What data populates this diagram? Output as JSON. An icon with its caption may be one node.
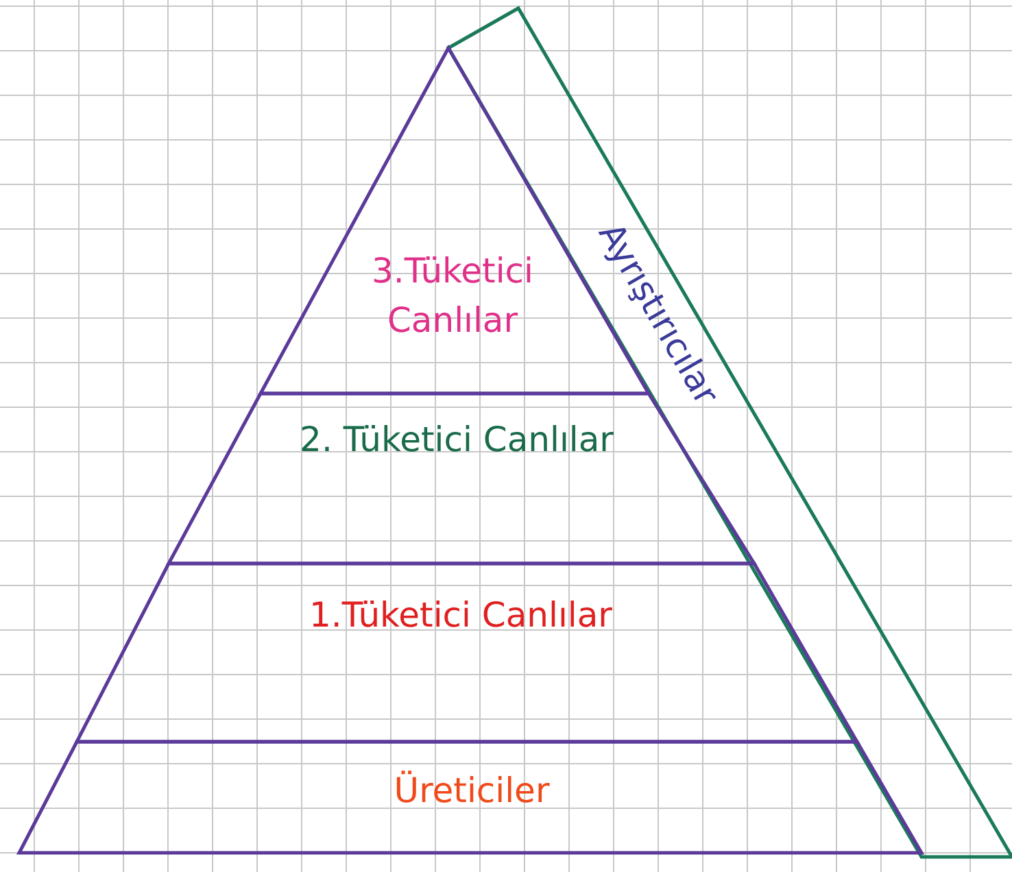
{
  "diagram": {
    "nodes": [
      {
        "text": [
          "3.Tüketici Canlılar"
        ]
      },
      {
        "text": [
          "2. Tüketici Canlılar"
        ]
      },
      {
        "text": [
          "1.Tüketici Canlılar"
        ]
      },
      {
        "text": [
          "Üreticiler"
        ]
      },
      {
        "text": [
          "Ayrıştırıcılar"
        ]
      }
    ]
  }
}
